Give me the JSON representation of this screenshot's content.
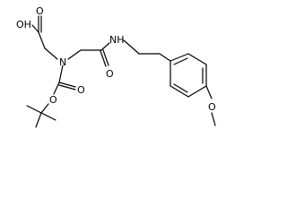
{
  "molecule": {
    "atoms": {
      "oh": "OH",
      "n_amine": "N",
      "o_acid": "O",
      "o_amide": "O",
      "nh": "NH",
      "o_carbamate_single": "O",
      "o_carbamate_double": "O",
      "o_methoxy": "O"
    }
  },
  "colors": {
    "bond": "#000000",
    "background": "#ffffff"
  }
}
